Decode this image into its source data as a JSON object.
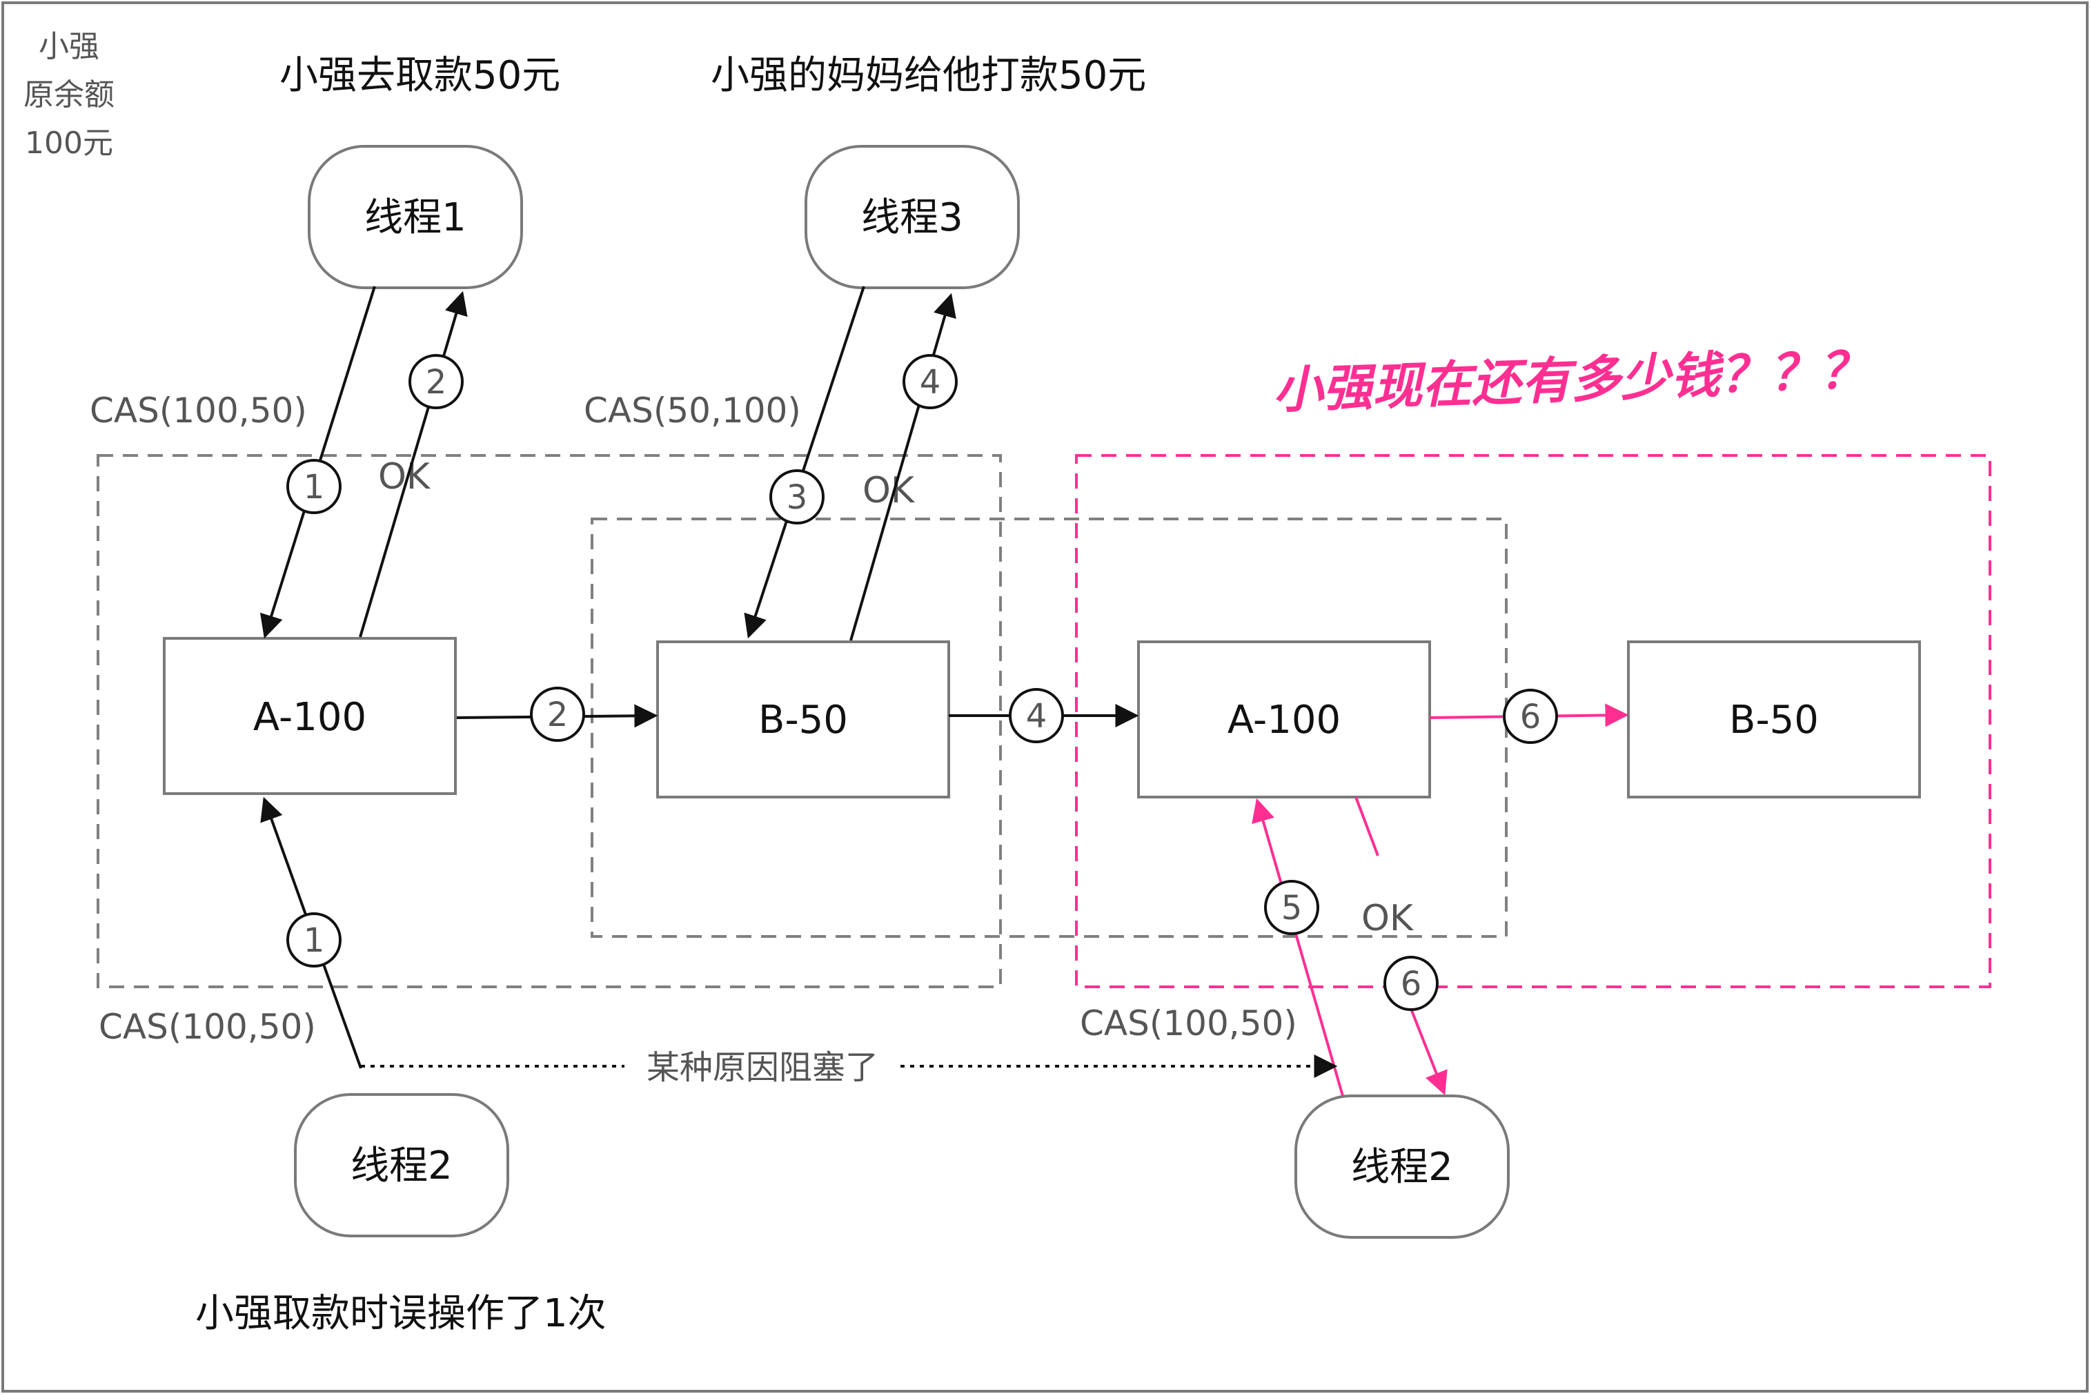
{
  "balance_note": {
    "line1": "小强",
    "line2": "原余额",
    "line3": "100元"
  },
  "captions": {
    "withdraw": "小强去取款50元",
    "deposit": "小强的妈妈给他打款50元",
    "mistake": "小强取款时误操作了1次",
    "question": "小强现在还有多少钱？？？"
  },
  "threads": {
    "t1": "线程1",
    "t3": "线程3",
    "t2_left": "线程2",
    "t2_right": "线程2"
  },
  "nodes": {
    "a1": "A-100",
    "b1": "B-50",
    "a2": "A-100",
    "b2": "B-50"
  },
  "cas_labels": {
    "t1": "CAS(100,50)",
    "t3": "CAS(50,100)",
    "t2_left": "CAS(100,50)",
    "t2_right": "CAS(100,50)"
  },
  "ok_labels": {
    "t1": "OK",
    "t3": "OK",
    "t2": "OK"
  },
  "steps": {
    "s1_t1": "1",
    "s2_t1": "2",
    "s3": "3",
    "s4_t3": "4",
    "s1_t2": "1",
    "s2_edge": "2",
    "s4_edge": "4",
    "s5": "5",
    "s6_edge": "6",
    "s6_ret": "6"
  },
  "blocked_label": "某种原因阻塞了",
  "colors": {
    "accent": "#ff2f92",
    "line": "#111111",
    "dashed_box": "#808080"
  }
}
